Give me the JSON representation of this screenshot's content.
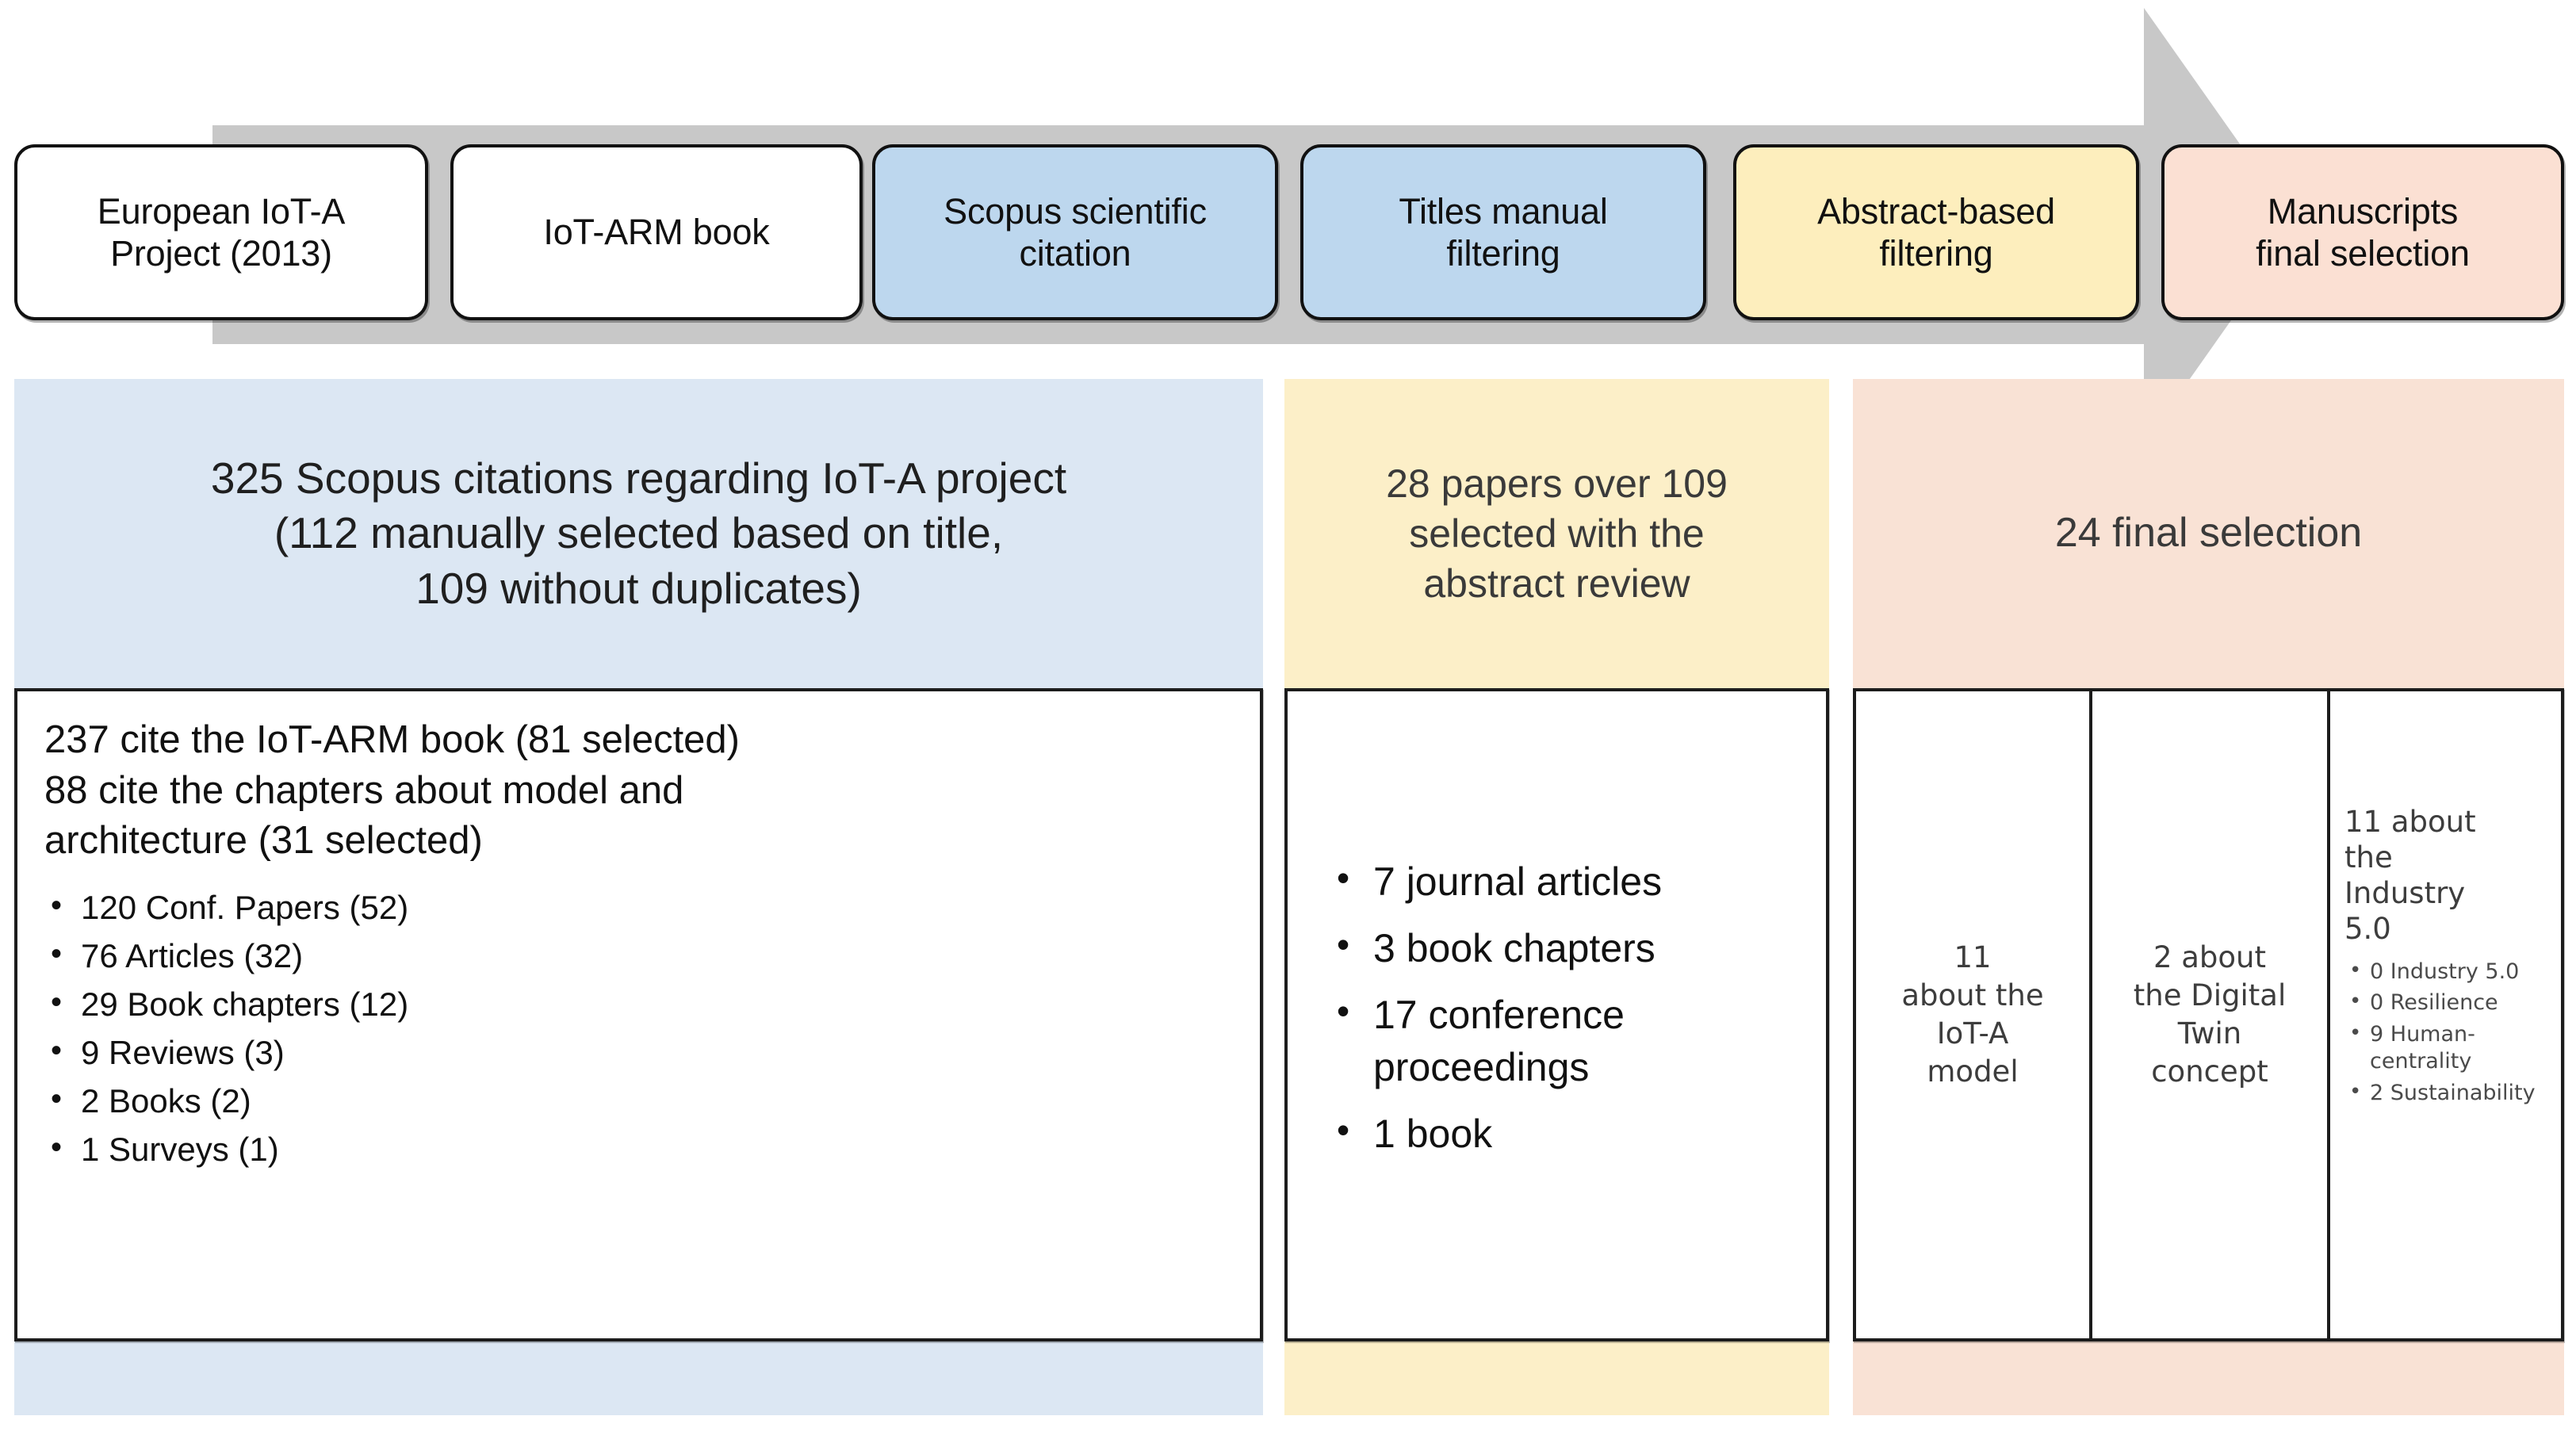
{
  "diagram": {
    "title": "Literature selection process for IoT-A based review",
    "colors": {
      "arrow_grey": "#c8c8c8",
      "blue_box": "#bdd7ee",
      "blue_panel": "#dce7f3",
      "yellow_box": "#fdeebd",
      "yellow_panel": "#fcefc8",
      "pink_box": "#fbe0d3",
      "pink_panel": "#f9e2d5",
      "white_box": "#ffffff",
      "outline": "#111111"
    },
    "arrow_icon": "right-arrow-icon"
  },
  "process_steps": [
    {
      "label": "European IoT-A\nProject (2013)",
      "fill": "white"
    },
    {
      "label": "IoT-ARM book",
      "fill": "white"
    },
    {
      "label": "Scopus scientific\ncitation",
      "fill": "blue"
    },
    {
      "label": "Titles manual\nfiltering",
      "fill": "blue"
    },
    {
      "label": "Abstract-based\nfiltering",
      "fill": "yellow"
    },
    {
      "label": "Manuscripts\nfinal selection",
      "fill": "pink"
    }
  ],
  "columns": [
    {
      "id": "scopus-citations",
      "accent": "blue",
      "header": "325 Scopus citations regarding IoT-A project (112 manually selected based on title, 109 without duplicates)",
      "header_lines": [
        "325 Scopus citations regarding IoT-A project",
        "(112 manually selected based on title,",
        "109 without duplicates)"
      ],
      "detail_lines": [
        "237 cite the IoT-ARM book (81 selected)",
        "88 cite the chapters about model and",
        "architecture (31 selected)"
      ],
      "bullets": [
        "120 Conf. Papers (52)",
        "76 Articles (32)",
        "29 Book chapters (12)",
        "9 Reviews (3)",
        "2 Books (2)",
        "1 Surveys (1)"
      ]
    },
    {
      "id": "abstract-review",
      "accent": "yellow",
      "header": "28 papers over 109 selected with the abstract review",
      "header_lines": [
        "28 papers over 109",
        "selected with the",
        "abstract review"
      ],
      "bullets": [
        "7 journal articles",
        "3 book chapters",
        "17 conference proceedings",
        "1 book"
      ]
    },
    {
      "id": "final-selection",
      "accent": "pink",
      "header": "24 final selection",
      "header_lines": [
        "24 final selection"
      ],
      "sub_boxes": [
        {
          "id": "iot-a-model",
          "text": "11 about the IoT-A model",
          "lines": [
            "11",
            "about the",
            "IoT-A",
            "model"
          ]
        },
        {
          "id": "digital-twin",
          "text": "2 about the Digital Twin concept",
          "lines": [
            "2 about",
            "the Digital",
            "Twin",
            "concept"
          ]
        },
        {
          "id": "industry-50",
          "title": "11 about the Industry 5.0",
          "title_lines": [
            "11 about",
            "the",
            "Industry",
            "5.0"
          ],
          "bullets": [
            "0 Industry 5.0",
            "0 Resilience",
            "9 Human-centrality",
            "2 Sustainability"
          ]
        }
      ]
    }
  ]
}
